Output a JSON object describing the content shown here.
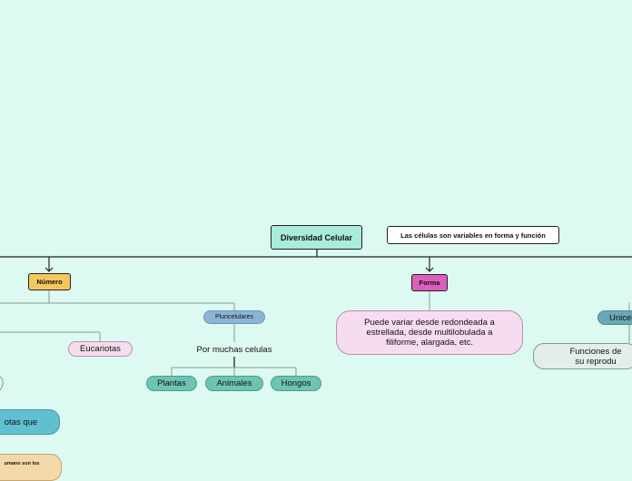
{
  "colors": {
    "background": "#dcfaf1",
    "root_fill": "#a8ecd9",
    "numero_fill": "#f5c85c",
    "forma_fill": "#dc5fbd",
    "pink_light": "#f6dcef",
    "teal": "#6ec4b4",
    "blue_pill": "#8bb5d7",
    "unicel": "#6aa9b6",
    "cyan": "#5ec0d0",
    "gray_light": "#e3eeeb",
    "orange_light": "#f3d9a8"
  },
  "nodes": {
    "root": "Diversidad Celular",
    "note": "Las células son variables en forma y función",
    "numero": "Número",
    "forma": "Forma",
    "pluricelulares": "Pluricelulares",
    "eucariotas": "Eucariotas",
    "por_muchas": "Por muchas celulas",
    "plantas": "Plantas",
    "animales": "Animales",
    "hongos": "Hongos",
    "forma_desc": "Puede variar desde redondeada a estrellada, desde multilobulada a filiforme, alargada, etc.",
    "unicel": "Unicel",
    "funciones": "Funciones de su reprodu",
    "otas_que": "otas que",
    "humano": "umano son los"
  }
}
